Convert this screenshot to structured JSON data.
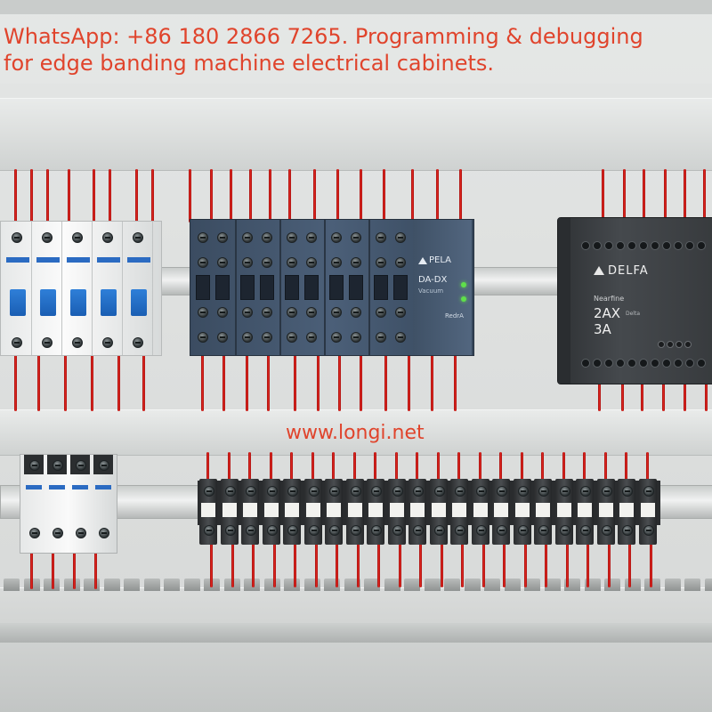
{
  "overlay": {
    "caption_line1": "WhatsApp: +86 180 2866 7265. Programming & debugging",
    "caption_line2": "for edge banding machine electrical cabinets.",
    "watermark": "www.longi.net",
    "caption_color": "#e0442c"
  },
  "relay_module": {
    "brand": "PELA",
    "model": "DA-DX",
    "sublabel": "Vacuum",
    "footer": "RedrA"
  },
  "plc": {
    "brand": "DELFA",
    "subtitle": "Nearfine",
    "line1": "2AX",
    "line1_small": "Delta",
    "line2": "3A"
  },
  "colors": {
    "wire": "#e62a22",
    "breaker_toggle": "#1a5eb3",
    "relay_body": "#4b5f78",
    "plc_body": "#3a3d40",
    "status_led": "#5fe04a"
  }
}
